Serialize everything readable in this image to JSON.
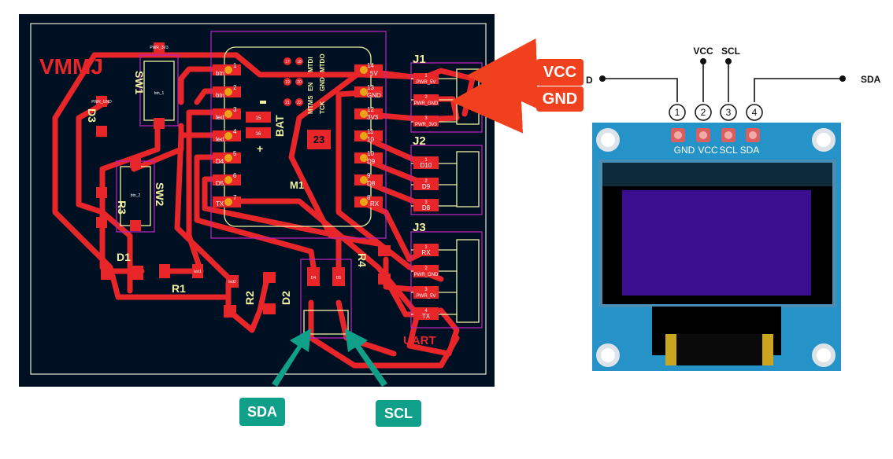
{
  "pcb": {
    "brand": "VMMJ",
    "uart_label": "UART",
    "bat_label": "BAT",
    "module_label": "M1",
    "u23": "23",
    "pad15": "15",
    "pad16": "16",
    "plus": "+",
    "left_pins": [
      "btn",
      "btn",
      "led",
      "led",
      "D4",
      "D5",
      "TX"
    ],
    "left_pin_nums": [
      "1",
      "2",
      "3",
      "4",
      "5",
      "6",
      "7"
    ],
    "right_pins": [
      "5V",
      "GND",
      "3V3",
      "10",
      "D9",
      "D8",
      "RX"
    ],
    "right_pin_nums": [
      "14",
      "13",
      "12",
      "11",
      "10",
      "9",
      "8"
    ],
    "inner_pads": [
      "17",
      "18",
      "19",
      "20",
      "21",
      "22"
    ],
    "inner_labels": [
      "MTDI",
      "MTDO",
      "EN",
      "GND",
      "MTMS",
      "TCK"
    ],
    "J1": {
      "ref": "J1",
      "nets": [
        "PWR_5V",
        "PWR_GND",
        "PWR_3V3"
      ]
    },
    "J2": {
      "ref": "J2",
      "nets": [
        "D10",
        "D9",
        "D8"
      ]
    },
    "J3": {
      "ref": "J3",
      "nets": [
        "RX",
        "PWR_GND",
        "PWR_5V",
        "TX"
      ]
    },
    "nums": [
      "1",
      "2",
      "3",
      "4"
    ],
    "D1": "D1",
    "D2": "D2",
    "R1": "R1",
    "R2": "R2",
    "SW1": "SW1",
    "SW2": "SW2",
    "D3": "D3",
    "D4ref": "D4",
    "R3": "R3",
    "R4": "R4",
    "small_pads": {
      "btn1": "btn_1",
      "btn2": "btn_2",
      "pwr3v3": "PWR_3V3",
      "pwr_gnd": "PWR_GND",
      "led1": "led1",
      "led2": "led2",
      "d4": "D4",
      "d5": "D5"
    }
  },
  "callouts": {
    "vcc": "VCC",
    "gnd": "GND",
    "sda": "SDA",
    "scl": "SCL"
  },
  "oled": {
    "pin_header": [
      "GND",
      "VCC",
      "SCL",
      "SDA"
    ],
    "pin_numbers": [
      "1",
      "2",
      "3",
      "4"
    ],
    "top_labels": {
      "vcc": "VCC",
      "scl": "SCL",
      "sda": "SDA",
      "gnd_partial": "D"
    }
  },
  "colors": {
    "pcb_bg": "#001023",
    "copper": "#e8262a",
    "silk": "#f2f0a1",
    "courtyard": "#b324b8",
    "pad": "#e8a317",
    "callout_red": "#f0401e",
    "callout_teal": "#10a08a",
    "oled_board": "#2593c7",
    "oled_screen": "#3b0d8f"
  }
}
